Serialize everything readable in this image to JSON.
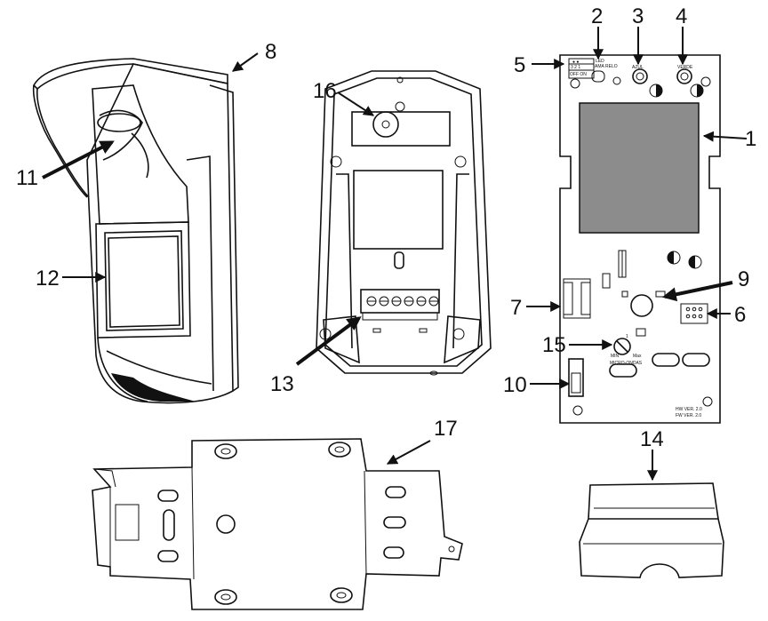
{
  "callouts": [
    "1",
    "2",
    "3",
    "4",
    "5",
    "6",
    "7",
    "8",
    "9",
    "10",
    "11",
    "12",
    "13",
    "14",
    "15",
    "16",
    "17"
  ],
  "board": {
    "led_header": "LED",
    "led_top_row": "● ●",
    "led_nums": "3  2  1",
    "led_switch": "OFF ON",
    "ama_top": "AMA",
    "ama_bottom": "RELO",
    "azul": "AZUL",
    "verde": "VERDE",
    "hw_ver": "HW VER. 2.0",
    "fw_ver": "FW VER. 2.0",
    "micro_ondas": "MICRO-ONDAS",
    "min_label": "MIN",
    "max_label": "Max",
    "pot_scale": "1"
  }
}
